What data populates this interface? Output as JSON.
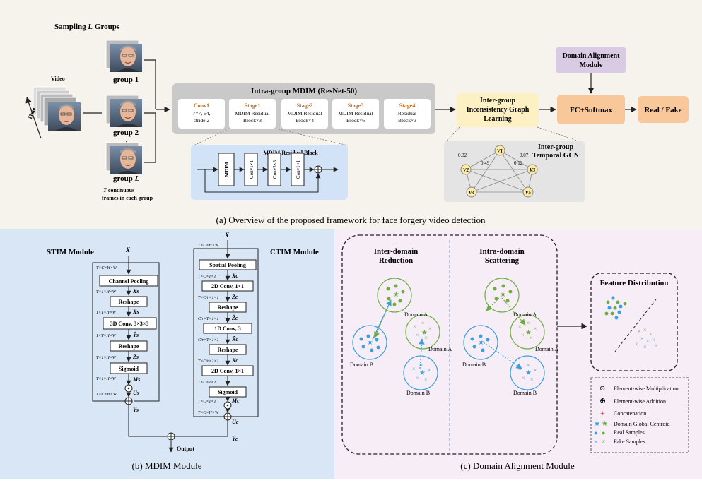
{
  "panel_a": {
    "sampling_title": "Sampling L Groups",
    "sampling_prefix": "Sampling ",
    "sampling_var": "L",
    "sampling_suffix": " Groups",
    "video_label": "Video",
    "time_label": "Time",
    "groups": [
      "group 1",
      "group 2",
      "⋮",
      "group L"
    ],
    "group_L_prefix": "group ",
    "group_L_var": "L",
    "frames_note_1": "T continuous",
    "frames_note_1_var": "T",
    "frames_note_1_rest": " continuous",
    "frames_note_2": "frames in each group",
    "mdim_title": "Intra-group MDIM (ResNet-50)",
    "stages": [
      {
        "name": "Conv1",
        "lines": [
          "7×7, 64,",
          "stride 2"
        ]
      },
      {
        "name": "Stage1",
        "lines": [
          "MDIM Residual",
          "Block×3"
        ]
      },
      {
        "name": "Stage2",
        "lines": [
          "MDIM Residual",
          "Block×4"
        ]
      },
      {
        "name": "Stage3",
        "lines": [
          "MDIM Residual",
          "Block×6"
        ]
      },
      {
        "name": "Stage4",
        "lines": [
          "Residual",
          "Block×3"
        ]
      }
    ],
    "residual_block_title": "MDIM Residual Block",
    "residual_block_items": [
      "MDIM",
      "Conv1×1",
      "Conv3×3",
      "Conv1×1"
    ],
    "inter_group_lines": [
      "Inter-group",
      "Inconsistency Graph",
      "Learning"
    ],
    "domain_alignment_lines": [
      "Domain Alignment",
      "Module"
    ],
    "fc_label": "FC+Softmax",
    "output_label": "Real / Fake",
    "gcn_title_lines": [
      "Inter-group",
      "Temporal GCN"
    ],
    "gcn_nodes": [
      "V1",
      "V2",
      "V3",
      "V4",
      "V5"
    ],
    "gcn_weights": [
      "0.32",
      "0.07",
      "0.49",
      "0.12"
    ],
    "caption": "(a) Overview of the proposed framework for face forgery video detection"
  },
  "panel_b": {
    "stim_title": "STIM Module",
    "ctim_title": "CTIM Module",
    "input_var": "X",
    "stim_boxes": [
      "Channel Pooling",
      "Reshape",
      "3D Conv, 3×3×3",
      "Reshape",
      "Sigmoid"
    ],
    "stim_dims": [
      "T×C×H×W",
      "T×1×H×W",
      "1×T×H×W",
      "1×T×H×W",
      "T×1×H×W",
      "T×1×H×W",
      "T×C×H×W"
    ],
    "stim_vars": [
      "Xs",
      "X̃s",
      "Ŷs",
      "Zs",
      "Ms",
      "Us",
      "Ys"
    ],
    "ctim_boxes": [
      "Spatial Pooling",
      "2D Conv, 1×1",
      "Reshape",
      "1D Conv, 3",
      "Reshape",
      "2D Conv, 1×1",
      "Sigmoid"
    ],
    "ctim_dims": [
      "T×C×H×W",
      "T×C×1×1",
      "T×C/r×1×1",
      "C/r×T×1×1",
      "C/r×T×1×1",
      "T×C/r×1×1",
      "T×C×1×1",
      "T×C×1×1",
      "T×C×H×W"
    ],
    "ctim_vars": [
      "Xc",
      "Zc",
      "Ẑc",
      "K̃c",
      "Kc",
      "Mc",
      "Uc",
      "Yc"
    ],
    "output_label": "Output",
    "caption": "(b) MDIM Module"
  },
  "panel_c": {
    "inter_domain_lines": [
      "Inter-domain",
      "Reduction"
    ],
    "intra_domain_lines": [
      "Intra-domain",
      "Scattering"
    ],
    "domain_a": "Domain A",
    "domain_b": "Domain B",
    "feature_distribution": "Feature Distribution",
    "legend": [
      {
        "symbol": "⊙",
        "label": "Element-wise Multiplication"
      },
      {
        "symbol": "⊕",
        "label": "Element-wise Addition"
      },
      {
        "symbol": "+",
        "label": "Concatenation"
      },
      {
        "symbol": "★",
        "label": "Domain Global Centroid"
      },
      {
        "symbol": "●",
        "label": "Real Samples"
      },
      {
        "symbol": "×",
        "label": "Fake Samples"
      }
    ],
    "caption": "(c) Domain Alignment Module"
  },
  "colors": {
    "panel_a_bg": "#f6f3ec",
    "panel_b_bg": "#d9e6f5",
    "panel_c_bg": "#f6edf7",
    "stage_name": "#c0701e",
    "inter_group_box": "#fdf1c4",
    "domain_box": "#d9cbe4",
    "fc_box": "#f8c79a",
    "blue": "#3aa0dc",
    "green": "#6cae3e"
  }
}
